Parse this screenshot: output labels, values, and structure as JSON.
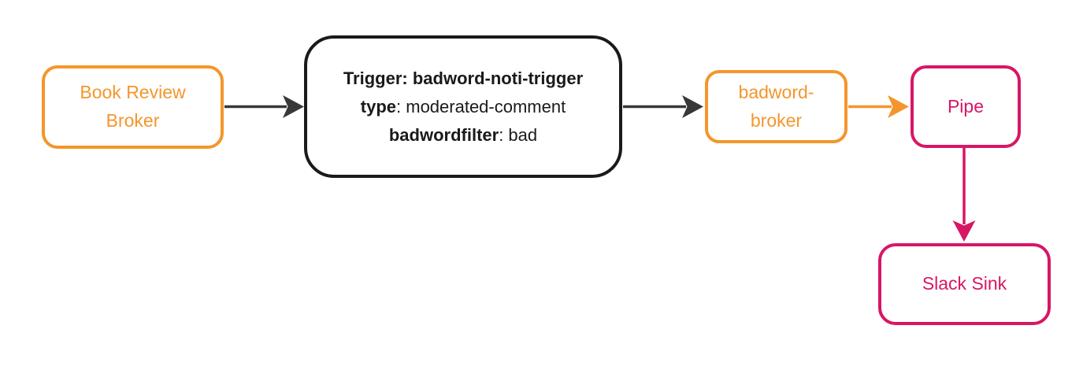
{
  "diagram": {
    "type": "flow",
    "nodes": {
      "book_review_broker": {
        "label": "Book Review Broker",
        "color": "orange"
      },
      "trigger": {
        "line1": "Trigger: badword-noti-trigger",
        "line2_key": "type",
        "line2_rest": ": moderated-comment",
        "line3_key": "badwordfilter",
        "line3_rest": ": bad",
        "color": "black"
      },
      "badword_broker": {
        "label": "badword-broker",
        "color": "orange"
      },
      "pipe": {
        "label": "Pipe",
        "color": "pink"
      },
      "slack_sink": {
        "label": "Slack Sink",
        "color": "pink"
      }
    },
    "edges": [
      {
        "from": "book_review_broker",
        "to": "trigger",
        "color": "dark"
      },
      {
        "from": "trigger",
        "to": "badword_broker",
        "color": "dark"
      },
      {
        "from": "badword_broker",
        "to": "pipe",
        "color": "orange"
      },
      {
        "from": "pipe",
        "to": "slack_sink",
        "color": "pink"
      }
    ]
  },
  "colors": {
    "orange": "#F4962B",
    "pink": "#D81666",
    "black": "#1A1A1A",
    "dark": "#383838",
    "background": "#FFFFFF"
  }
}
